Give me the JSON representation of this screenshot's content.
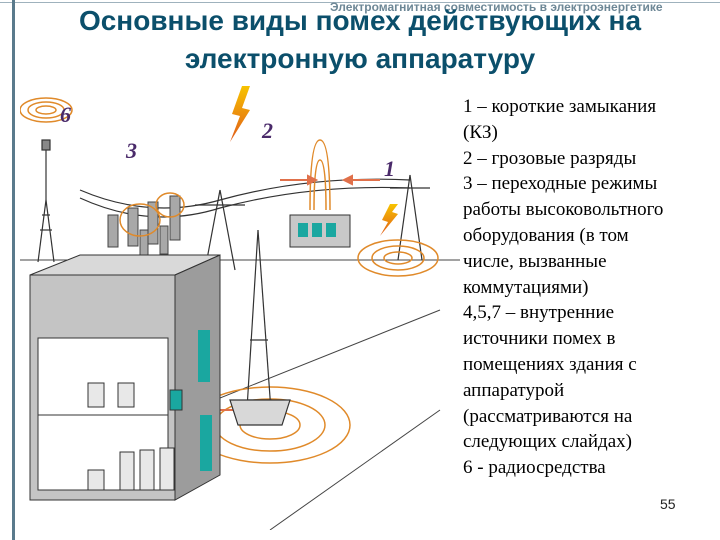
{
  "header": "Электромагнитная совместимость в электроэнергетике",
  "title": {
    "line1": "Основные виды помех действующих на",
    "line2": "электронную аппаратуру"
  },
  "figure_labels": {
    "label_6": "6",
    "label_2": "2",
    "label_3": "3",
    "label_1": "1"
  },
  "legend_lines": [
    "1 – короткие замыкания",
    "(КЗ)",
    "2 – грозовые разряды",
    "3 – переходные  режимы",
    "работы высоковольтного",
    "оборудования (в том",
    "числе, вызванные",
    "коммутациями)",
    "4,5,7 – внутренние",
    "источники помех в",
    "помещениях здания с",
    "аппаратурой",
    "(рассматриваются на",
    "следующих слайдах)",
    "6 - радиосредства"
  ],
  "page_number": "55",
  "colors": {
    "title": "#0b4f6b",
    "wave": "#e08a2a",
    "arrow": "#e0704a",
    "building": "#b8b8b8",
    "indicator": "#1aa7a0"
  }
}
